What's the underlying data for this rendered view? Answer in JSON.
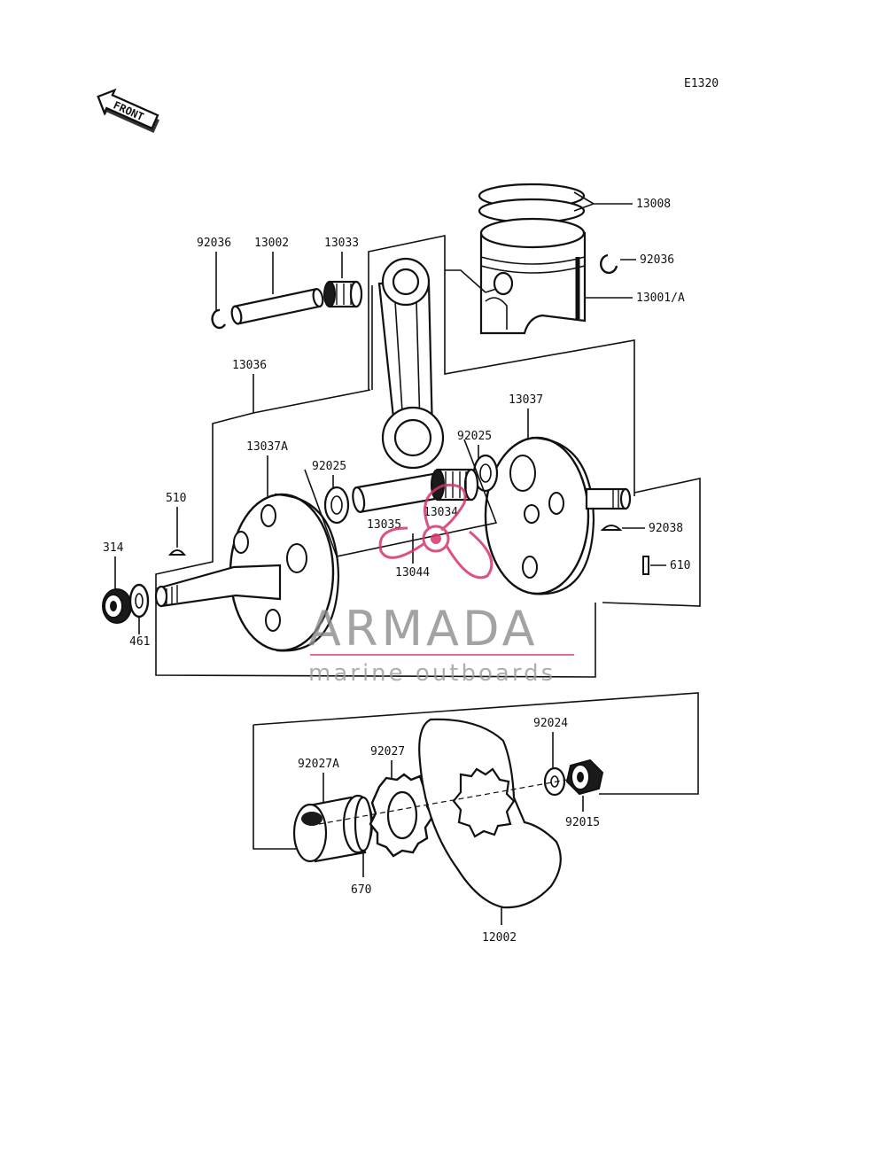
{
  "diagram_code": "E1320",
  "front_label": "FRONT",
  "watermark": {
    "title": "ARMADA",
    "subtitle": "marine outboards",
    "accent_color": "#d6336c",
    "text_color": "#8a8a8a"
  },
  "parts": {
    "p13008": "13008",
    "p92036_right": "92036",
    "p13001a": "13001/A",
    "p92036_left": "92036",
    "p13002": "13002",
    "p13033": "13033",
    "p13036": "13036",
    "p13037": "13037",
    "p13037a": "13037A",
    "p92025_right": "92025",
    "p92025_left": "92025",
    "p510": "510",
    "p314": "314",
    "p461": "461",
    "p13035": "13035",
    "p13034": "13034",
    "p13044": "13044",
    "p92038": "92038",
    "p610": "610",
    "p92024": "92024",
    "p92027a": "92027A",
    "p92027": "92027",
    "p92015": "92015",
    "p670": "670",
    "p12002": "12002"
  }
}
